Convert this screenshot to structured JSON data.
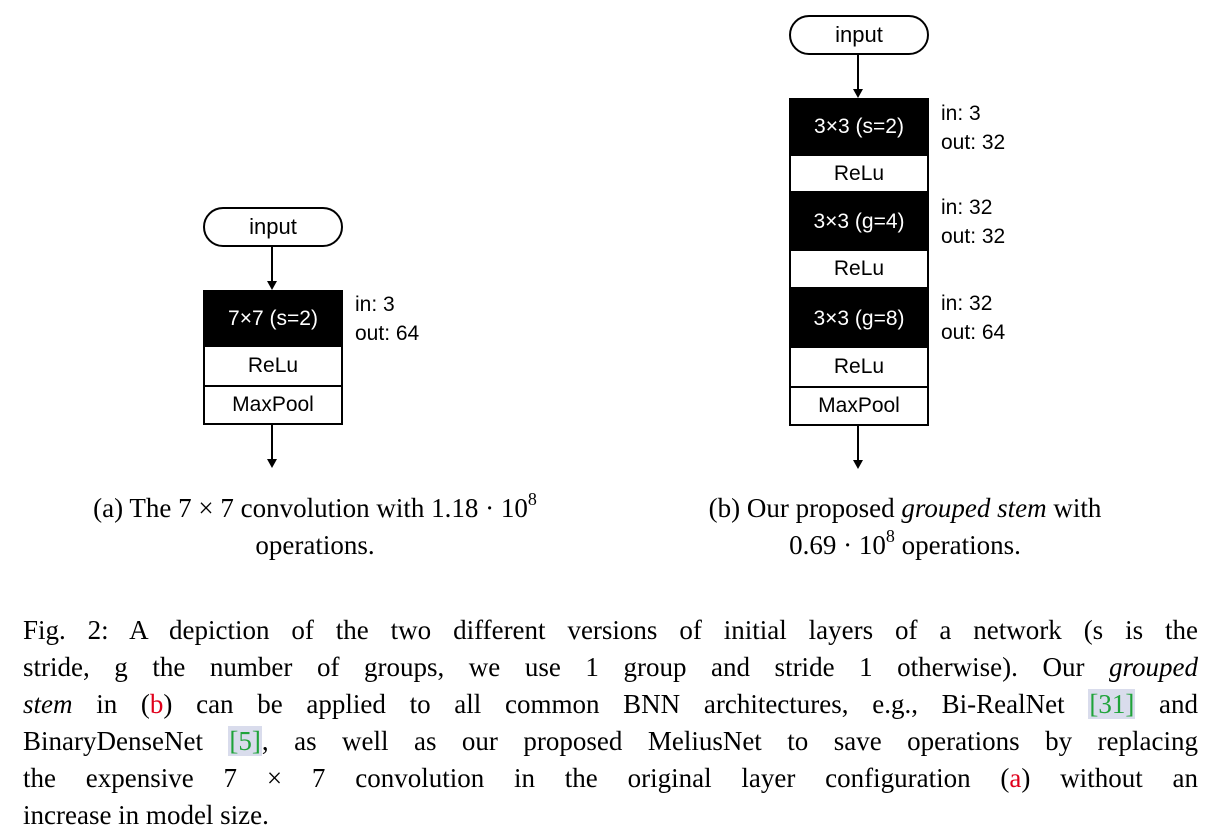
{
  "diagram_a": {
    "input_label": "input",
    "conv_label": "7×7 (s=2)",
    "relu_label": "ReLu",
    "maxpool_label": "MaxPool",
    "annot_in": "in: 3",
    "annot_out": "out: 64"
  },
  "diagram_b": {
    "input_label": "input",
    "conv1_label": "3×3 (s=2)",
    "conv1_in": "in: 3",
    "conv1_out": "out: 32",
    "relu1_label": "ReLu",
    "conv2_label": "3×3 (g=4)",
    "conv2_in": "in: 32",
    "conv2_out": "out: 32",
    "relu2_label": "ReLu",
    "conv3_label": "3×3 (g=8)",
    "conv3_in": "in: 32",
    "conv3_out": "out: 64",
    "relu3_label": "ReLu",
    "maxpool_label": "MaxPool"
  },
  "subcaption_a": {
    "prefix": "(a) The 7 × 7 convolution with 1.18 · 10",
    "exponent": "8",
    "line2": "operations."
  },
  "subcaption_b": {
    "prefix": "(b) Our proposed ",
    "emph": "grouped stem",
    "suffix": " with",
    "line2_prefix": "0.69 · 10",
    "exponent": "8",
    "line2_suffix": " operations."
  },
  "figure_caption": {
    "l1": "Fig. 2: A depiction of the two different versions of initial layers of a network (s is the",
    "l2a": "stride, g the number of groups, we use 1 group and stride 1 otherwise). Our ",
    "l2b": "grouped",
    "l3a": "stem",
    "l3b": " in (",
    "l3c": "b",
    "l3d": ") can be applied to all common BNN architectures, e.g., Bi-RealNet ",
    "l3e": "[31]",
    "l3f": " and",
    "l4a": "BinaryDenseNet ",
    "l4b": "[5]",
    "l4c": ", as well as our proposed MeliusNet to save operations by replacing",
    "l5a": "the expensive 7 × 7 convolution in the original layer configuration (",
    "l5b": "a",
    "l5c": ") without an",
    "l6": "increase in model size."
  },
  "colors": {
    "ref_red": "#e0001b",
    "cite_green": "#1fa33a",
    "cite_bg": "#d9dcec"
  }
}
